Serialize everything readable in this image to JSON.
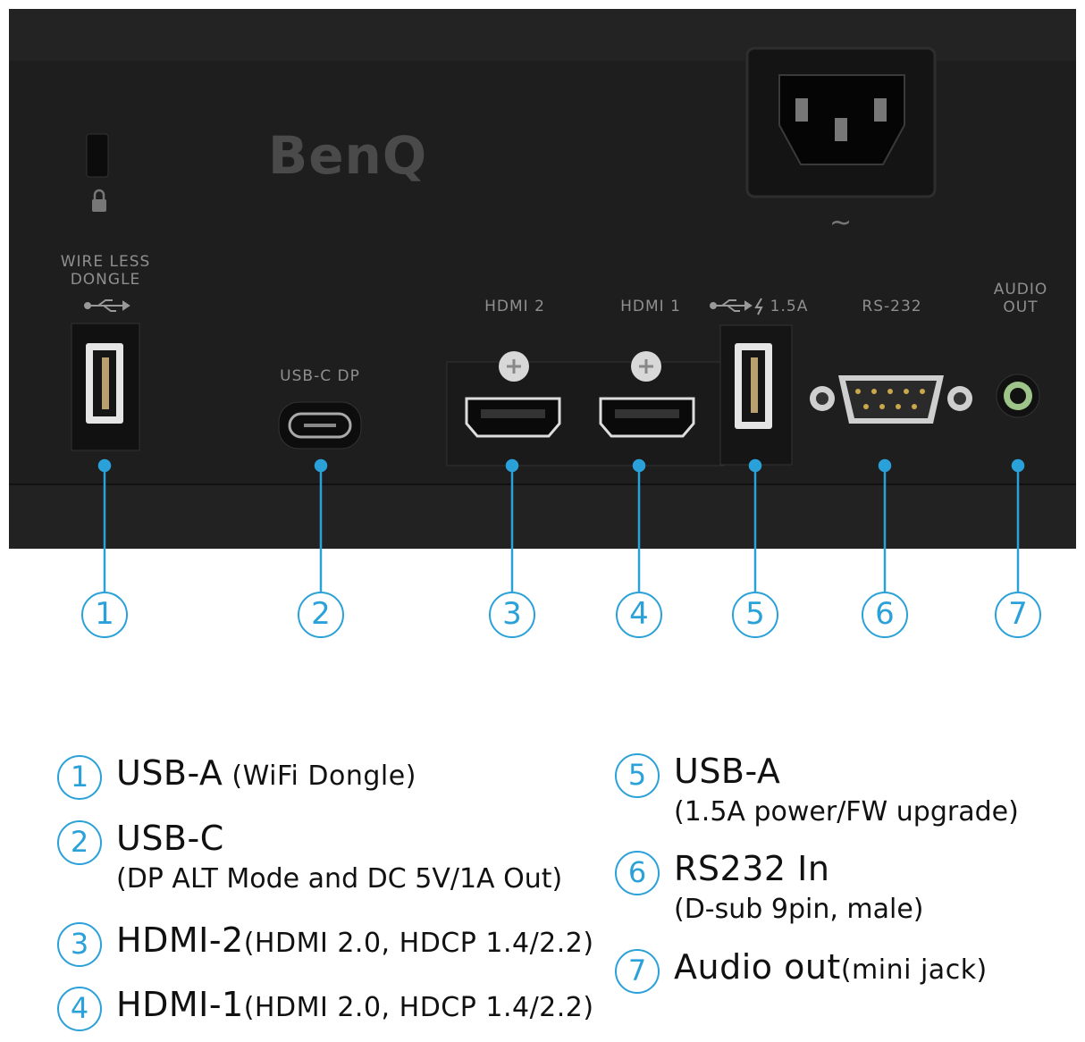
{
  "brand": "BenQ",
  "ac_symbol": "~",
  "port_labels": {
    "wireless_dongle_line1": "WIRE LESS",
    "wireless_dongle_line2": "DONGLE",
    "usb_c_dp": "USB-C DP",
    "hdmi2": "HDMI 2",
    "hdmi1": "HDMI 1",
    "usb_power": "1.5A",
    "rs232": "RS-232",
    "audio_line1": "AUDIO",
    "audio_line2": "OUT"
  },
  "callouts": [
    "1",
    "2",
    "3",
    "4",
    "5",
    "6",
    "7"
  ],
  "legend": [
    {
      "num": "1",
      "title": "USB-A",
      "inline": " (WiFi Dongle)",
      "sub": ""
    },
    {
      "num": "2",
      "title": "USB-C",
      "inline": "",
      "sub": "(DP ALT Mode and DC 5V/1A Out)"
    },
    {
      "num": "3",
      "title": "HDMI-2",
      "inline": "(HDMI 2.0, HDCP 1.4/2.2)",
      "sub": ""
    },
    {
      "num": "4",
      "title": "HDMI-1",
      "inline": "(HDMI 2.0, HDCP 1.4/2.2)",
      "sub": ""
    },
    {
      "num": "5",
      "title": "USB-A",
      "inline": "",
      "sub": "(1.5A power/FW upgrade)"
    },
    {
      "num": "6",
      "title": "RS232 In",
      "inline": "",
      "sub": "(D-sub 9pin, male)"
    },
    {
      "num": "7",
      "title": "Audio out",
      "inline": "(mini jack)",
      "sub": ""
    }
  ],
  "colors": {
    "accent": "#2aa1d8",
    "panel": "#1c1c1c",
    "label": "#8f8f8f"
  }
}
